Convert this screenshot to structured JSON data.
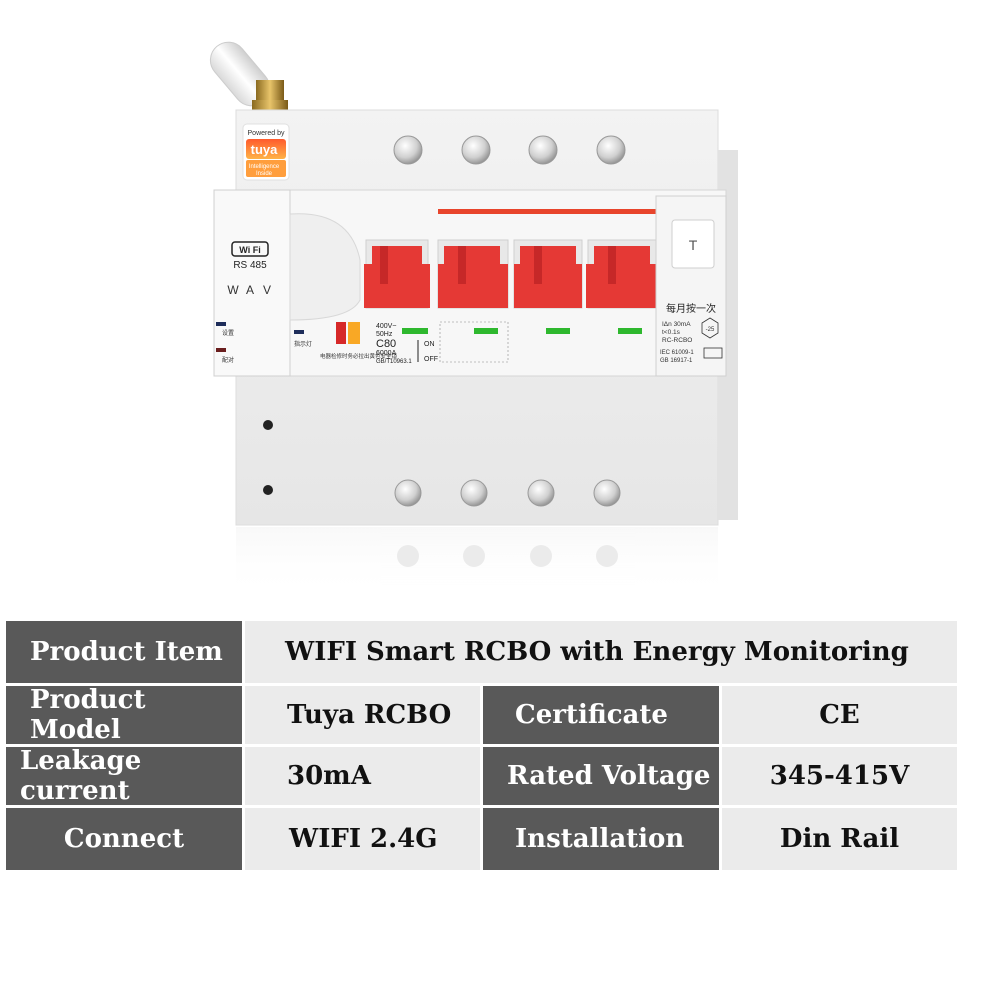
{
  "product": {
    "badge": {
      "powered_by": "Powered by",
      "brand": "tuya",
      "line1": "Intelligence",
      "line2": "Inside"
    },
    "module": {
      "wifi_label": "Wi Fi",
      "protocol": "RS 485",
      "meter_symbols": [
        "W",
        "A",
        "V"
      ],
      "button_set_label": "设置",
      "button_pair_label": "配对",
      "indicator_label": "指示灯"
    },
    "rating": {
      "voltage": "400V~",
      "freq": "50Hz",
      "curve": "C80",
      "breaking": "6000A",
      "standard": "GB/T10963.1",
      "on_label": "ON",
      "off_label": "OFF",
      "warning": "电器检修时务必拉出黄色安全锁"
    },
    "rcd": {
      "test_button": "T",
      "monthly": "每月按一次",
      "in_label": "IΔn 30mA",
      "t_label": "t<0.1s",
      "model": "RC-RCBO",
      "temp": "-25",
      "iec": "IEC 61009-1",
      "gb": "GB 16917-1"
    }
  },
  "table": {
    "rows": [
      [
        {
          "text": "Product Item",
          "style": "dark"
        },
        {
          "text": "WIFI Smart RCBO with Energy Monitoring",
          "style": "light"
        }
      ],
      [
        {
          "text": "Product Model",
          "style": "dark"
        },
        {
          "text": "Tuya RCBO",
          "style": "light"
        },
        {
          "text": "Certificate",
          "style": "dark"
        },
        {
          "text": "CE",
          "style": "light"
        }
      ],
      [
        {
          "text": "Leakage current",
          "style": "dark"
        },
        {
          "text": "30mA",
          "style": "light"
        },
        {
          "text": "Rated Voltage",
          "style": "dark"
        },
        {
          "text": "345-415V",
          "style": "light"
        }
      ],
      [
        {
          "text": "Connect",
          "style": "dark"
        },
        {
          "text": "WIFI 2.4G",
          "style": "light"
        },
        {
          "text": "Installation",
          "style": "dark"
        },
        {
          "text": "Din Rail",
          "style": "light"
        }
      ]
    ]
  }
}
